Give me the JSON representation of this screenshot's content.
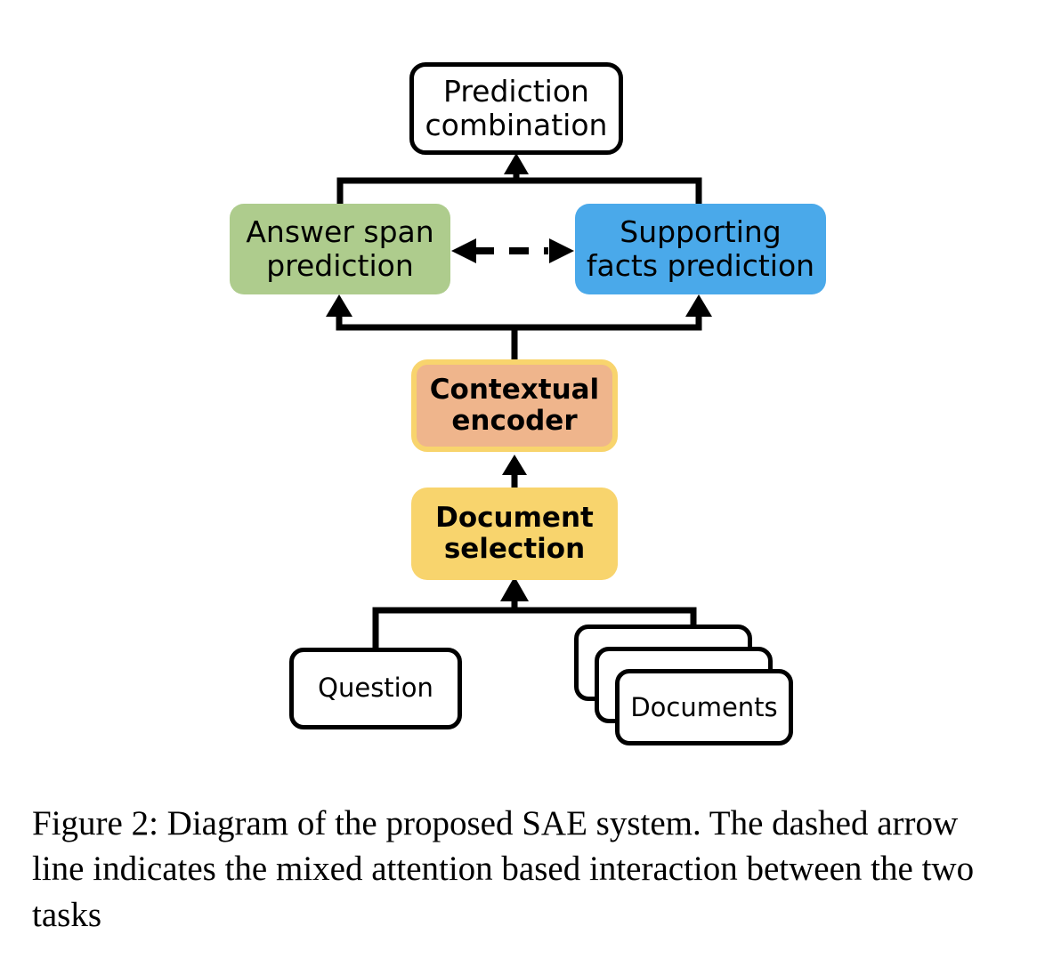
{
  "figure": {
    "caption": "Figure 2: Diagram of the proposed SAE system. The dashed arrow line indicates the mixed attention based interaction between the two tasks",
    "nodes": {
      "prediction_combination": "Prediction\ncombination",
      "answer_span_prediction": "Answer span\nprediction",
      "supporting_facts_prediction": "Supporting\nfacts prediction",
      "contextual_encoder": "Contextual\nencoder",
      "document_selection": "Document\nselection",
      "question": "Question",
      "documents": "Documents"
    },
    "colors": {
      "answer_span_fill": "#aecc8d",
      "supporting_facts_fill": "#4aa9ea",
      "contextual_encoder_fill": "#efb58c",
      "contextual_encoder_border": "#f8d46d",
      "document_selection_fill": "#f8d46d",
      "plain_box_fill": "#ffffff",
      "stroke": "#000000"
    },
    "edges": [
      {
        "name": "answer-span-to-prediction-combination",
        "style": "solid",
        "arrow": "merge-up"
      },
      {
        "name": "supporting-facts-to-prediction-combination",
        "style": "solid",
        "arrow": "merge-up"
      },
      {
        "name": "contextual-encoder-to-answer-span",
        "style": "solid",
        "arrow": "split-up"
      },
      {
        "name": "contextual-encoder-to-supporting-facts",
        "style": "solid",
        "arrow": "split-up"
      },
      {
        "name": "answer-span-to-supporting-facts-interaction",
        "style": "dashed",
        "arrow": "double-headed"
      },
      {
        "name": "document-selection-to-contextual-encoder",
        "style": "solid",
        "arrow": "up"
      },
      {
        "name": "question-to-document-selection",
        "style": "solid",
        "arrow": "merge-up"
      },
      {
        "name": "documents-to-document-selection",
        "style": "solid",
        "arrow": "merge-up"
      }
    ]
  }
}
